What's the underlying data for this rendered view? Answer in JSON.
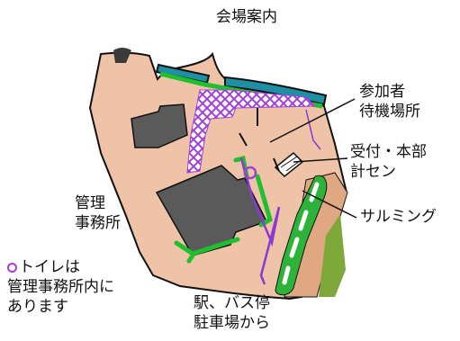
{
  "title": "会場案内",
  "labels": {
    "waiting_area": [
      "参加者",
      "待機場所"
    ],
    "reception": [
      "受付・本部",
      "計セン"
    ],
    "salming": "サルミング",
    "admin_office": [
      "管理",
      "事務所"
    ],
    "toilet_note": [
      "トイレは",
      "管理事務所内に",
      "あります"
    ],
    "access": [
      "駅、バス停",
      "駐車場から"
    ]
  },
  "colors": {
    "ground": "#efc3a8",
    "ground_edge": "#111111",
    "building": "#5a5a5a",
    "hedge": "#1fbf2e",
    "water": "#1f8fa4",
    "hatch": "#a040d8",
    "path_line": "#8a3ad0",
    "road": "#e0a882",
    "grass": "#7fa83a"
  }
}
